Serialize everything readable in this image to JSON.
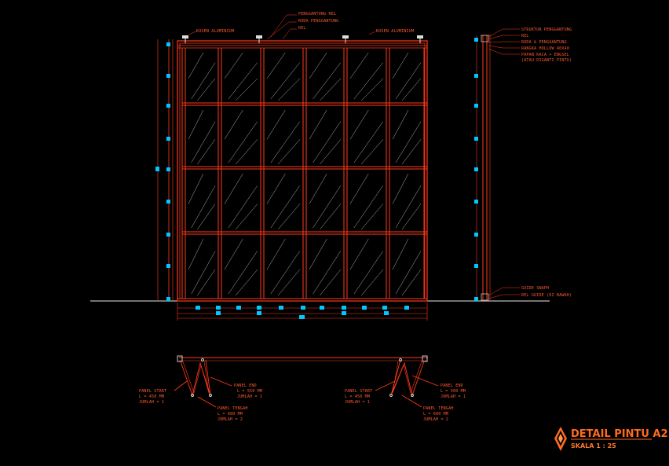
{
  "elevation": {
    "top_labels": {
      "kusen_left": "KUSEN ALUMINIUM",
      "kusen_right": "KUSEN ALUMINIUM",
      "penggantung_rel": "PENGGANTUNG REL",
      "roda_penggantung": "RODA PENGGANTUNG",
      "rel": "REL"
    }
  },
  "section": {
    "labels": {
      "struktur": "STRUKTUR PENGGANTUNG",
      "rel": "REL",
      "roda": "RODA & PENGGANTUNG",
      "rangka": "RANGKA HOLLOW 40X40",
      "papan": "PAPAN KACA + ENGSEL",
      "papan2": "(ATAU DIGANTI PINTU)",
      "guide": "GUIDE SNAPH",
      "rel_guide": "REL GUIDE (DI BAWAH)"
    }
  },
  "plan": {
    "left": {
      "panel_start": "PANEL START",
      "panel_start_l": "L = 450 MM",
      "panel_start_j": "JUMLAH = 1",
      "panel_end": "PANEL END",
      "panel_end_l": "L = 550 MM",
      "panel_end_j": "JUMLAH = 1",
      "panel_tengah": "PANEL TENGAH",
      "panel_tengah_l": "L = 600 MM",
      "panel_tengah_j": "JUMLAH = 2"
    },
    "right": {
      "panel_start": "PANEL START",
      "panel_start_l": "L = 450 MM",
      "panel_start_j": "JUMLAH = 1",
      "panel_end": "PANEL END",
      "panel_end_l": "L = 500 MM",
      "panel_end_j": "JUMLAH = 1",
      "panel_tengah": "PANEL TENGAH",
      "panel_tengah_l": "L = 600 MM",
      "panel_tengah_j": "JUMLAH = 2"
    }
  },
  "title_block": {
    "title": "DETAIL PINTU A2",
    "scale": "SKALA 1 : 25"
  },
  "colors": {
    "background": "#000000",
    "frame": "#ff3a1a",
    "text": "#ff5a2e",
    "dimension": "#00c8ff",
    "glass_hatch": "#cfd8dc",
    "title": "#ff6a1e"
  }
}
